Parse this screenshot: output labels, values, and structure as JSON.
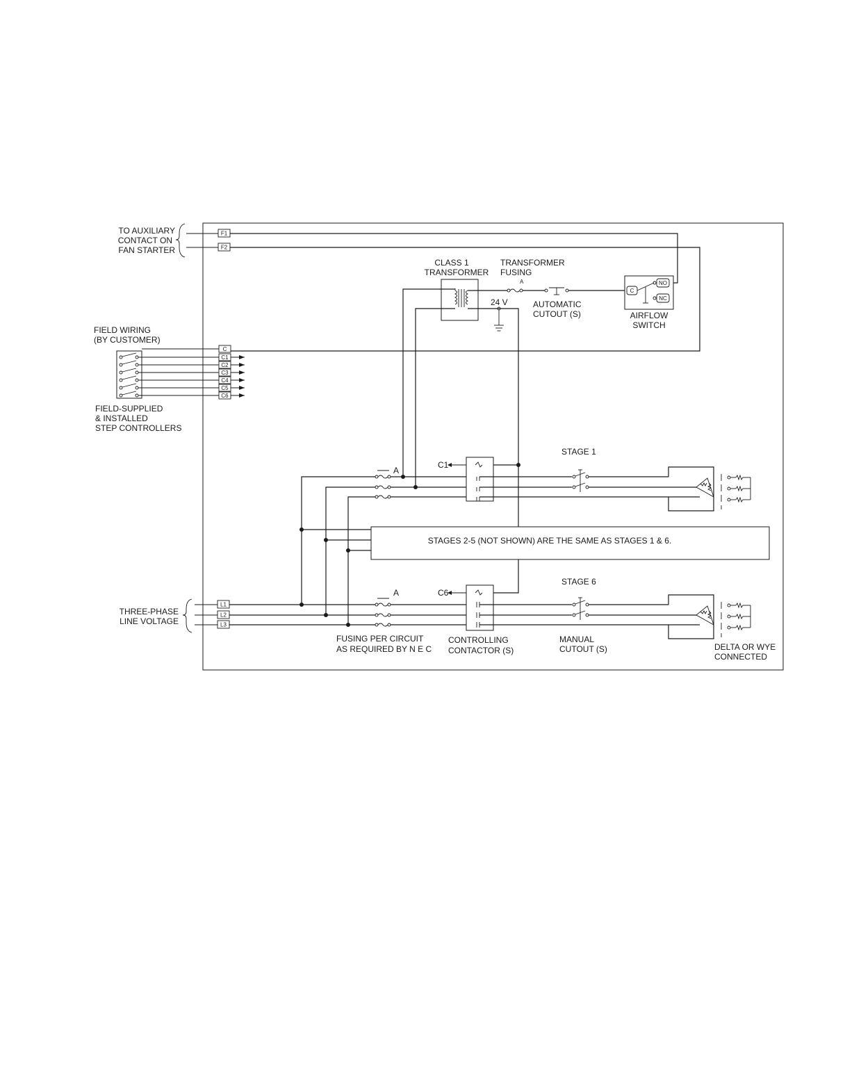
{
  "labels": {
    "aux_line1": "TO AUXILIARY",
    "aux_line2": "CONTACT ON",
    "aux_line3": "FAN STARTER",
    "transformer_line1": "CLASS 1",
    "transformer_line2": "TRANSFORMER",
    "fusing_line1": "TRANSFORMER",
    "fusing_line2": "FUSING",
    "volt": "24 V",
    "auto_line1": "AUTOMATIC",
    "auto_line2": "CUTOUT (S)",
    "airflow_line1": "AIRFLOW",
    "airflow_line2": "SWITCH",
    "field_line1": "FIELD WIRING",
    "field_line2": "(BY CUSTOMER)",
    "step_line1": "FIELD-SUPPLIED",
    "step_line2": "& INSTALLED",
    "step_line3": "STEP CONTROLLERS",
    "stage1": "STAGE 1",
    "stage6": "STAGE 6",
    "stages_note": "STAGES 2-5 (NOT SHOWN) ARE THE SAME AS STAGES 1 & 6.",
    "three_phase_line1": "THREE-PHASE",
    "three_phase_line2": "LINE VOLTAGE",
    "fuse_note_line1": "FUSING PER CIRCUIT",
    "fuse_note_line2": "AS REQUIRED BY N E C",
    "contactor_line1": "CONTROLLING",
    "contactor_line2": "CONTACTOR (S)",
    "manual_line1": "MANUAL",
    "manual_line2": "CUTOUT (S)",
    "delta_line1": "DELTA OR WYE",
    "delta_line2": "CONNECTED",
    "fuse_a": "A",
    "c1": "C1",
    "c6": "C6"
  },
  "terminals": {
    "f1": "F1",
    "f2": "F2",
    "c": "C",
    "c1": "C1",
    "c2": "C2",
    "c3": "C3",
    "c4": "C4",
    "c5": "C5",
    "c6": "C6",
    "l1": "L1",
    "l2": "L2",
    "l3": "L3",
    "switch_c": "C",
    "switch_no": "NO",
    "switch_nc": "NC"
  }
}
